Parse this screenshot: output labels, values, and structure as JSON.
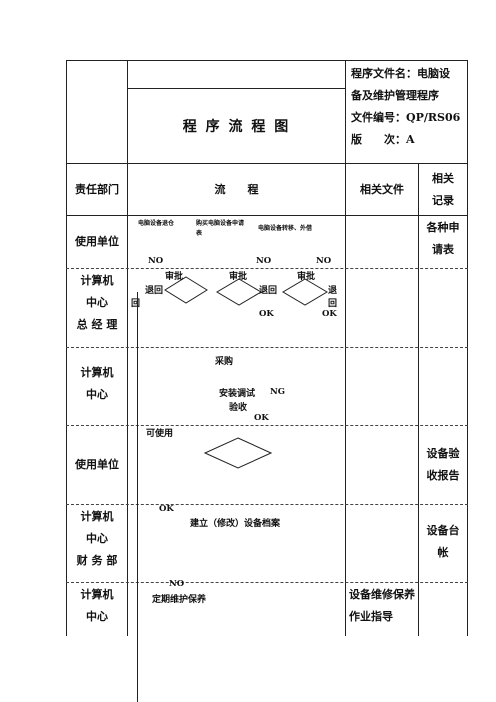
{
  "header": {
    "title": "程 序 流 程 图",
    "info_lines": [
      "程序文件名：电脑设",
      "备及维护管理程序",
      "文件编号：QP/RS06",
      "版　　次：A"
    ]
  },
  "columns": {
    "dept": "责任部门",
    "flow": "流　　程",
    "docs": "相关文件",
    "records": "相关记录"
  },
  "rows": {
    "r1": {
      "dept": "使用单位",
      "records": "各种申请表"
    },
    "r2": {
      "dept_lines": [
        "计算机",
        "中心",
        "总 经 理"
      ]
    },
    "r3": {
      "dept_lines": [
        "计算机",
        "中心"
      ]
    },
    "r4": {
      "dept": "使用单位",
      "records": "设备验收报告"
    },
    "r5": {
      "dept_lines": [
        "计算机",
        "中心",
        "财 务 部"
      ],
      "records": "设备台帐"
    },
    "r6": {
      "dept_lines": [
        "计算机",
        "中心"
      ],
      "docs": "设备维修保养作业指导"
    }
  },
  "flow": {
    "req1": "电脑设备退仓",
    "req2": "购买电脑设备申请表",
    "req3": "电脑设备转移、外借",
    "no": "NO",
    "approve": "审批",
    "return": "退回",
    "ok": "OK",
    "purchase": "采购",
    "install": "安装调试",
    "ng": "NG",
    "accept": "验收",
    "usable": "可使用",
    "build": "建立（修改）设备档案",
    "maintain": "定期维护保养"
  }
}
